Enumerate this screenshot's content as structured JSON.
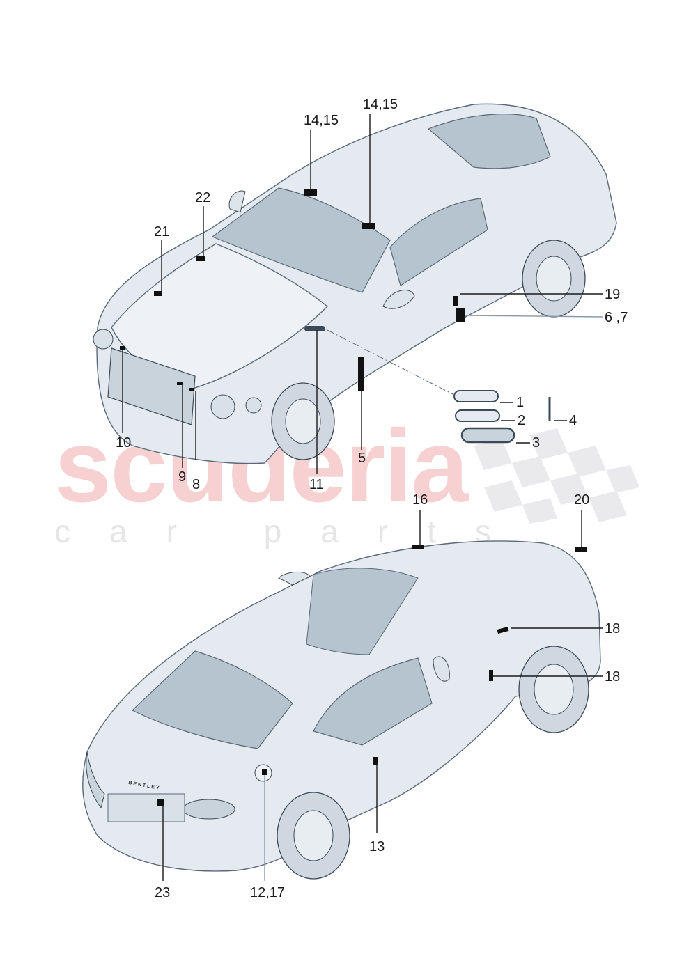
{
  "watermark": {
    "main": "scuderia",
    "sub": "car parts",
    "main_color": "#f6c9c9",
    "sub_color": "#e6e6e6"
  },
  "colors": {
    "car_fill": "#e4eaf0",
    "car_stroke": "#5a6a7a",
    "glass": "#b6c4d0",
    "label": "#1a1a1a",
    "sticker": "#111111"
  },
  "upper_view": {
    "description": "Front three-quarter view of Bentley Continental GT coupe with sticker/label positions",
    "callouts": [
      {
        "id": "c1",
        "text": "1"
      },
      {
        "id": "c2",
        "text": "2"
      },
      {
        "id": "c3",
        "text": "3"
      },
      {
        "id": "c4",
        "text": "4"
      },
      {
        "id": "c5",
        "text": "5"
      },
      {
        "id": "c67",
        "text": "6 ,7"
      },
      {
        "id": "c8",
        "text": "8"
      },
      {
        "id": "c9",
        "text": "9"
      },
      {
        "id": "c10",
        "text": "10"
      },
      {
        "id": "c11",
        "text": "11"
      },
      {
        "id": "c1415a",
        "text": "14,15"
      },
      {
        "id": "c1415b",
        "text": "14,15"
      },
      {
        "id": "c19",
        "text": "19"
      },
      {
        "id": "c21",
        "text": "21"
      },
      {
        "id": "c22",
        "text": "22"
      }
    ]
  },
  "lower_view": {
    "description": "Rear three-quarter view of Bentley Continental GT coupe with sticker/label positions",
    "badge_text": "BENTLEY",
    "callouts": [
      {
        "id": "c1217",
        "text": "12,17"
      },
      {
        "id": "c13",
        "text": "13"
      },
      {
        "id": "c16",
        "text": "16"
      },
      {
        "id": "c18a",
        "text": "18"
      },
      {
        "id": "c18b",
        "text": "18"
      },
      {
        "id": "c20",
        "text": "20"
      },
      {
        "id": "c23",
        "text": "23"
      }
    ]
  }
}
